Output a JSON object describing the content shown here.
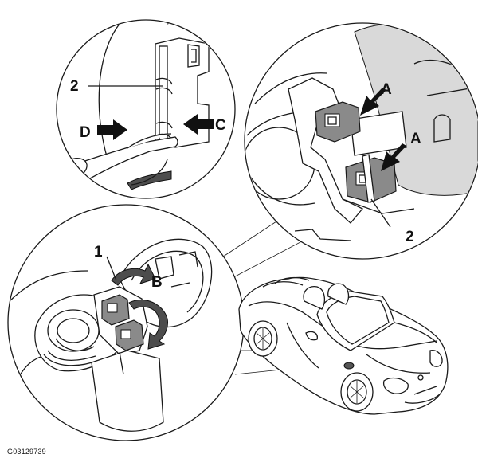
{
  "figure": {
    "id_label": "G03129739",
    "callouts": {
      "top_left_number": "2",
      "top_left_letter_d": "D",
      "top_left_letter_c": "C",
      "top_right_letter_a_upper": "A",
      "top_right_letter_a_lower": "A",
      "top_right_number": "2",
      "lower_left_number": "1",
      "lower_left_letter_b": "B"
    },
    "colors": {
      "line": "#1a1a1a",
      "part_grey": "#8a8a8a",
      "panel_grey": "#d9d9d9"
    }
  }
}
